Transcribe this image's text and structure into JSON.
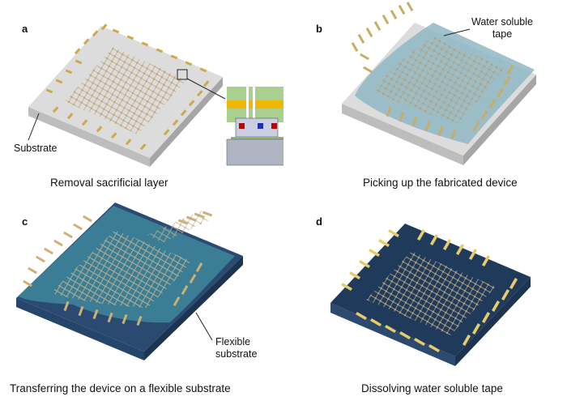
{
  "panels": [
    {
      "letter": "a",
      "caption": "Removal sacrificial layer",
      "label": "Substrate"
    },
    {
      "letter": "b",
      "caption": "Picking up the fabricated device",
      "label_line1": "Water soluble",
      "label_line2": "tape"
    },
    {
      "letter": "c",
      "caption": "Transferring the device on a flexible substrate",
      "label_line1": "Flexible",
      "label_line2": "substrate"
    },
    {
      "letter": "d",
      "caption": "Dissolving water soluble tape"
    }
  ],
  "colors": {
    "substrate_top": "#d9d9d9",
    "substrate_side": "#b3b3b3",
    "mesh": "#c9b08a",
    "pad": "#c8a24a",
    "tape": "#8fb3c0",
    "flexible_top": "#1f3552",
    "flexible_side": "#2e4d73",
    "inset_green": "#a8d08d",
    "inset_gold": "#f2b705",
    "inset_gray": "#aeb4c2"
  }
}
